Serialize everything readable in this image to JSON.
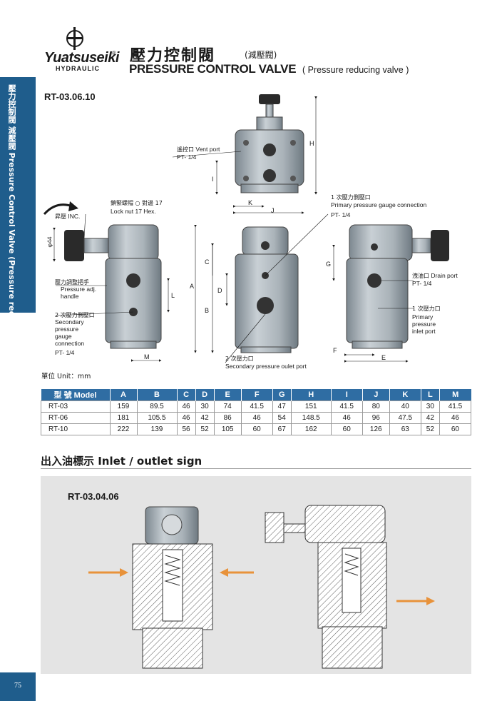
{
  "header": {
    "brand": "Yuatsuseiki",
    "brand_sub": "HYDRAULIC",
    "registered": "®",
    "title_zh": "壓力控制閥",
    "title_zh_sub": "(減壓閥)",
    "title_en": "PRESSURE CONTROL VALVE",
    "title_en_sub": "( Pressure reducing valve )"
  },
  "sidetab": {
    "text": "壓力控制閥 減壓閥 Pressure Control Valve (Pressure reducing valve)"
  },
  "page_number": "75",
  "drawing": {
    "model": "RT-03.06.10",
    "labels": {
      "vent_zh": "遙控口",
      "vent_en": "Vent port",
      "vent_pt": "PT- 1/4",
      "primary_zh": "1 次壓力側壓口",
      "primary_en": "Primary pressure gauge connection",
      "primary_pt": "PT- 1/4",
      "locknut_zh": "鎖緊螺帽 ○ 對邊 17",
      "locknut_en": "Lock nut 17 Hex.",
      "inc_zh": "昇壓",
      "inc_en": "INC.",
      "handle_zh": "壓力調整把手",
      "handle_en1": "Pressure adj.",
      "handle_en2": "handle",
      "secondary_zh": "2 次壓力側壓口",
      "secondary_en1": "Secondary",
      "secondary_en2": "pressure",
      "secondary_en3": "gauge",
      "secondary_en4": "connection",
      "secondary_pt": "PT- 1/4",
      "drain_zh": "洩油口",
      "drain_en": "Drain port",
      "drain_pt": "PT- 1/4",
      "inlet_zh": "1 次壓力口",
      "inlet_en1": "Primary",
      "inlet_en2": "pressure",
      "inlet_en3": "inlet port",
      "outlet_zh": "2 次壓力口",
      "outlet_en": "Secondary pressure oulet port",
      "phi44": "φ44"
    },
    "dims": {
      "A": "A",
      "B": "B",
      "C": "C",
      "D": "D",
      "E": "E",
      "F": "F",
      "G": "G",
      "H": "H",
      "I": "I",
      "J": "J",
      "K": "K",
      "L": "L",
      "M": "M"
    },
    "unit": "單位 Unit：mm"
  },
  "table": {
    "header_model": "型  號 Model",
    "columns": [
      "A",
      "B",
      "C",
      "D",
      "E",
      "F",
      "G",
      "H",
      "I",
      "J",
      "K",
      "L",
      "M"
    ],
    "rows": [
      {
        "model": "RT-03",
        "values": [
          "159",
          "89.5",
          "46",
          "30",
          "74",
          "41.5",
          "47",
          "151",
          "41.5",
          "80",
          "40",
          "30",
          "41.5"
        ]
      },
      {
        "model": "RT-06",
        "values": [
          "181",
          "105.5",
          "46",
          "42",
          "86",
          "46",
          "54",
          "148.5",
          "46",
          "96",
          "47.5",
          "42",
          "46"
        ]
      },
      {
        "model": "RT-10",
        "values": [
          "222",
          "139",
          "56",
          "52",
          "105",
          "60",
          "67",
          "162",
          "60",
          "126",
          "63",
          "52",
          "60"
        ]
      }
    ]
  },
  "section2": {
    "title": "出入油標示  Inlet / outlet sign",
    "model": "RT-03.04.06"
  },
  "colors": {
    "accent_blue": "#1f5d8c",
    "table_header": "#2f6da3",
    "arrow_orange": "#e8923a",
    "panel_grey": "#e4e4e4"
  }
}
